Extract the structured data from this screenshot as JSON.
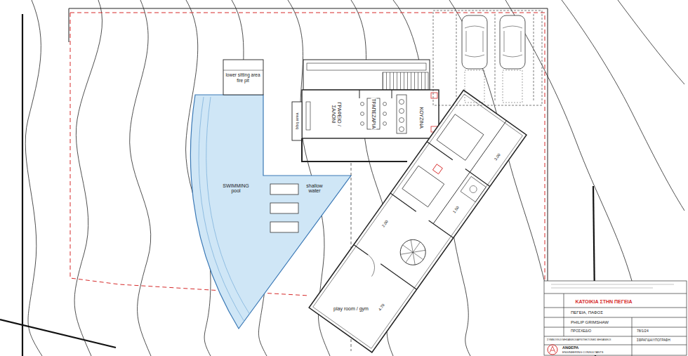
{
  "diagram": {
    "nodes": [
      {
        "text": [
          "lower sitting area",
          "fire pit"
        ]
      },
      {
        "text": [
          "SWIMMING pool"
        ]
      },
      {
        "text": [
          "shallow water"
        ]
      },
      {
        "text": [
          "bbq area"
        ]
      },
      {
        "text": [
          "ΓΡΑΦΕΙΟ / ΣΑΛΟΝΙ"
        ]
      },
      {
        "text": [
          "ΤΡΑΠΕΖΑΡΙΑ"
        ]
      },
      {
        "text": [
          "ΚΟΥΖΙΝΑ"
        ]
      },
      {
        "text": [
          "play room / gym"
        ]
      }
    ],
    "labels": [
      "3.00",
      "1.50",
      "2.00",
      "4.70",
      "ΚΑΤΟΙΚΙΑ ΣΤΗΝ ΠΕΓΕΙΑ",
      "ΠΕΓΕΙΑ, ΠΑΦΟΣ",
      "PHILIP GRIMSHAW",
      "ΠΡΟΣΧΕΔΙΟ",
      "78/1/24",
      "ΣΥΜΒΟΥΛΟΙ ΜΗΧΑΝΙΚΟΙ/ΑΡΧΙΤΕΚΤΟΝΕΣ ΜΗΧΑΝΙΚΟΙ",
      "ΣΦΡΑΓΙΔΑ/ΥΠΟΓΡΑΦΗ",
      "ΑΝΘΕΡΑ",
      "ENGINEERING CONSULTANTS"
    ]
  }
}
